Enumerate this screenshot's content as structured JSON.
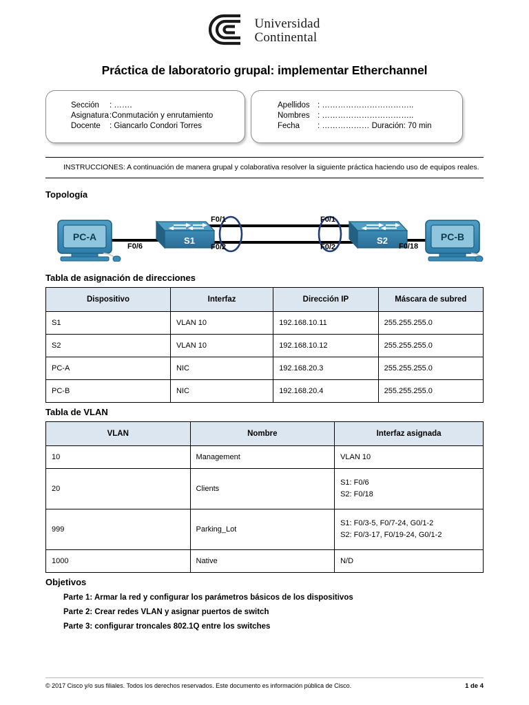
{
  "brand": {
    "logo_icon": "universidad-continental-logo",
    "name_line1": "Universidad",
    "name_line2": "Continental"
  },
  "title": "Práctica de laboratorio grupal: implementar Etherchannel",
  "info_left": {
    "rows": [
      {
        "label": "Sección",
        "value": ": ……."
      },
      {
        "label": "Asignatura",
        "value": ":Conmutación y enrutamiento"
      },
      {
        "label": "Docente",
        "value": ": Giancarlo Condori Torres"
      }
    ]
  },
  "info_right": {
    "rows": [
      {
        "label": "Apellidos",
        "value": ": …………………………….."
      },
      {
        "label": "Nombres",
        "value": ": …………………………….."
      },
      {
        "label": "Fecha",
        "value": ": ………………  Duración: 70 min"
      }
    ]
  },
  "instructions": "INSTRUCCIONES: A continuación de manera grupal y colaborativa resolver la siguiente práctica haciendo uso de equipos reales.",
  "topology": {
    "heading": "Topología",
    "nodes": [
      {
        "id": "pc-a",
        "label": "PC-A",
        "type": "pc"
      },
      {
        "id": "s1",
        "label": "S1",
        "type": "switch"
      },
      {
        "id": "s2",
        "label": "S2",
        "type": "switch"
      },
      {
        "id": "pc-b",
        "label": "PC-B",
        "type": "pc"
      }
    ],
    "port_labels": {
      "pca_s1": "F0/6",
      "s1_top": "F0/1",
      "s1_bottom": "F0/2",
      "s2_top": "F0/1",
      "s2_bottom": "F0/2",
      "s2_pcb": "F0/18"
    },
    "colors": {
      "device_blue": "#2f7ca8",
      "device_blue_dark": "#1c5f84",
      "oval_stroke": "#1f3d7a",
      "link": "#000000"
    }
  },
  "address_table": {
    "heading": "Tabla de asignación de direcciones",
    "columns": [
      "Dispositivo",
      "Interfaz",
      "Dirección IP",
      "Máscara de subred"
    ],
    "rows": [
      [
        "S1",
        "VLAN 10",
        "192.168.10.11",
        "255.255.255.0"
      ],
      [
        "S2",
        "VLAN 10",
        "192.168.10.12",
        "255.255.255.0"
      ],
      [
        "PC-A",
        "NIC",
        "192.168.20.3",
        "255.255.255.0"
      ],
      [
        "PC-B",
        "NIC",
        "192.168.20.4",
        "255.255.255.0"
      ]
    ]
  },
  "vlan_table": {
    "heading": "Tabla de VLAN",
    "columns": [
      "VLAN",
      "Nombre",
      "Interfaz asignada"
    ],
    "rows": [
      {
        "vlan": "10",
        "nombre": "Management",
        "interfaz": [
          "VLAN 10"
        ]
      },
      {
        "vlan": "20",
        "nombre": "Clients",
        "interfaz": [
          "S1: F0/6",
          "S2: F0/18"
        ]
      },
      {
        "vlan": "999",
        "nombre": "Parking_Lot",
        "interfaz": [
          "S1: F0/3-5, F0/7-24, G0/1-2",
          "S2: F0/3-17, F0/19-24, G0/1-2"
        ]
      },
      {
        "vlan": "1000",
        "nombre": "Native",
        "interfaz": [
          "N/D"
        ]
      }
    ]
  },
  "objetivos": {
    "heading": "Objetivos",
    "items": [
      "Parte 1: Armar la red y configurar los parámetros básicos de los dispositivos",
      "Parte 2: Crear redes VLAN y asignar puertos de switch",
      "Parte 3: configurar troncales 802.1Q entre los switches"
    ]
  },
  "footer": {
    "copyright": "© 2017 Cisco y/o sus filiales. Todos los derechos reservados. Este documento es información pública de Cisco.",
    "page": "1 de 4"
  }
}
